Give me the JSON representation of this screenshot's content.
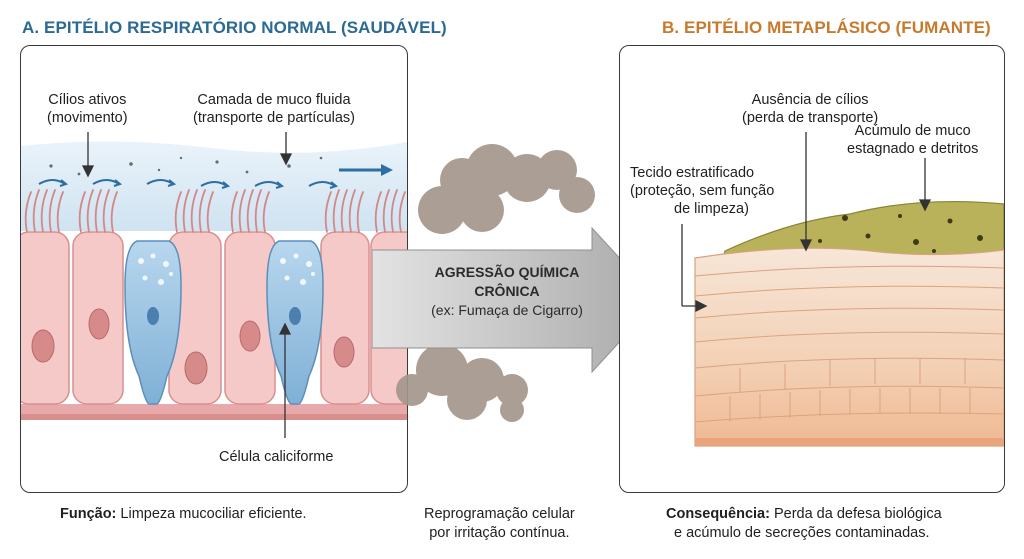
{
  "panel_a": {
    "title": "A. EPITÉLIO RESPIRATÓRIO NORMAL (SAUDÁVEL)",
    "label_cilia_1": "Cílios ativos",
    "label_cilia_2": "(movimento)",
    "label_mucus_1": "Camada de muco fluida",
    "label_mucus_2": "(transporte de partículas)",
    "label_goblet": "Célula caliciforme",
    "function_bold": "Função:",
    "function_text": " Limpeza mucociliar eficiente."
  },
  "middle": {
    "arrow_line1": "AGRESSÃO QUÍMICA",
    "arrow_line2": "CRÔNICA",
    "arrow_line3": "(ex: Fumaça de Cigarro)",
    "caption_1": "Reprogramação celular",
    "caption_2": "por irritação contínua."
  },
  "panel_b": {
    "title": "B. EPITÉLIO METAPLÁSICO (FUMANTE)",
    "label_nocilia_1": "Ausência de cílios",
    "label_nocilia_2": "(perda de transporte)",
    "label_accum_1": "Acúmulo de muco",
    "label_accum_2": "estagnado e detritos",
    "label_strat_1": "Tecido estratificado",
    "label_strat_2": "(proteção, sem função",
    "label_strat_3": "de limpeza)",
    "consequence_bold": "Consequência:",
    "consequence_text_1": " Perda da defesa biológica",
    "consequence_text_2": "e acúmulo de secreções contaminadas."
  },
  "colors": {
    "title_a": "#2a6a93",
    "title_b": "#c77a2b",
    "cell_pink": "#f6c9c9",
    "goblet_blue": "#9cc6e4",
    "mucus_light": "#dcebf5",
    "stagnant_mucus": "#b9b25a",
    "squamous": "#f4dcc8",
    "arrow_gray": "#b5b5b5",
    "smoke": "#9c8f84"
  }
}
